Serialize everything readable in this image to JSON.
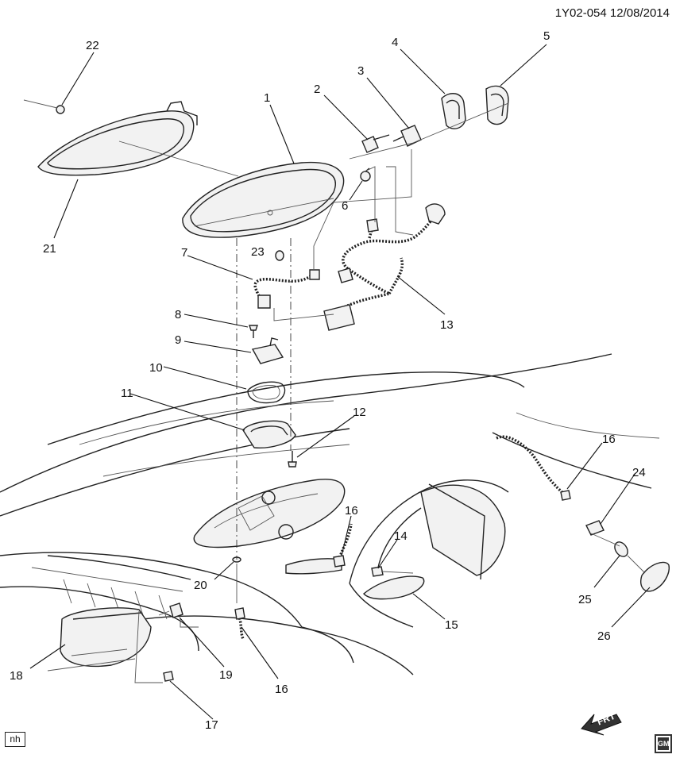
{
  "header": {
    "diagram_id": "1Y02-054",
    "date": "12/08/2014"
  },
  "callouts": [
    {
      "id": "c1",
      "label": "1"
    },
    {
      "id": "c2",
      "label": "2"
    },
    {
      "id": "c3",
      "label": "3"
    },
    {
      "id": "c4",
      "label": "4"
    },
    {
      "id": "c5",
      "label": "5"
    },
    {
      "id": "c6",
      "label": "6"
    },
    {
      "id": "c7",
      "label": "7"
    },
    {
      "id": "c8",
      "label": "8"
    },
    {
      "id": "c9",
      "label": "9"
    },
    {
      "id": "c10",
      "label": "10"
    },
    {
      "id": "c11",
      "label": "11"
    },
    {
      "id": "c12",
      "label": "12"
    },
    {
      "id": "c13",
      "label": "13"
    },
    {
      "id": "c14",
      "label": "14"
    },
    {
      "id": "c15",
      "label": "15"
    },
    {
      "id": "c16a",
      "label": "16"
    },
    {
      "id": "c16b",
      "label": "16"
    },
    {
      "id": "c16c",
      "label": "16"
    },
    {
      "id": "c17",
      "label": "17"
    },
    {
      "id": "c18",
      "label": "18"
    },
    {
      "id": "c19",
      "label": "19"
    },
    {
      "id": "c20",
      "label": "20"
    },
    {
      "id": "c21",
      "label": "21"
    },
    {
      "id": "c22",
      "label": "22"
    },
    {
      "id": "c23",
      "label": "23"
    },
    {
      "id": "c24",
      "label": "24"
    },
    {
      "id": "c25",
      "label": "25"
    },
    {
      "id": "c26",
      "label": "26"
    }
  ],
  "direction_arrow": {
    "label": "FRT"
  },
  "footer": {
    "illustrator_code": "nh",
    "logo_text": "GM"
  }
}
